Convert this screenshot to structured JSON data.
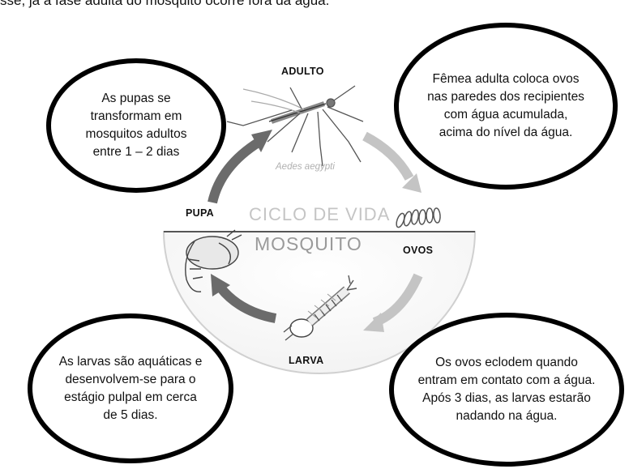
{
  "header_text": "sse, já a fase adulta do mosquito ocorre fora da água.",
  "title": {
    "line1": "CICLO DE VIDA",
    "line2": "MOSQUITO"
  },
  "stages": {
    "adult": "ADULTO",
    "eggs": "OVOS",
    "larva": "LARVA",
    "pupa": "PUPA"
  },
  "species": "Aedes aegypti",
  "bubbles": {
    "pupa_to_adult": "As pupas se transformam em mosquitos adultos entre 1 – 2 dias",
    "adult_eggs": "Fêmea adulta coloca ovos nas paredes dos recipientes com água acumulada, acima do nível da água.",
    "larva_to_pupa": "As larvas são aquáticas e desenvolvem-se para o estágio pulpal em cerca de 5 dias.",
    "eggs_hatch": "Os ovos eclodem quando entram em contato com a água. Após 3 dias, as larvas estarão nadando na água."
  },
  "colors": {
    "arrow_dark": "#6b6b6b",
    "arrow_light": "#c4c4c4",
    "water_line": "#555555"
  }
}
